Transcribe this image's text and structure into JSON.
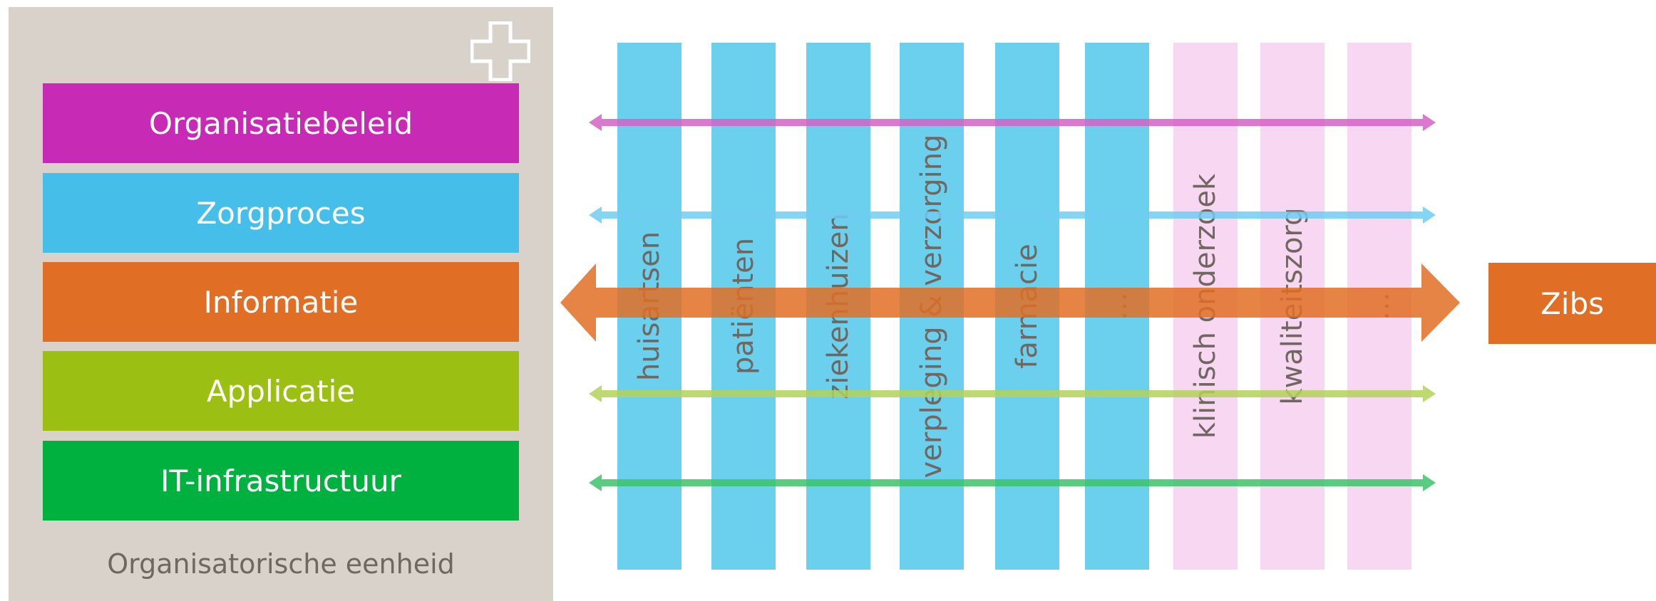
{
  "panel": {
    "layers": [
      {
        "label": "Organisatiebeleid",
        "color": "#c72ab4"
      },
      {
        "label": "Zorgproces",
        "color": "#45bfe9"
      },
      {
        "label": "Informatie",
        "color": "#e06e24"
      },
      {
        "label": "Applicatie",
        "color": "#9bbf12"
      },
      {
        "label": "IT-infrastructuur",
        "color": "#00b140"
      }
    ],
    "footer": "Organisatorische eenheid",
    "icon": "plus-cross-icon"
  },
  "columns": [
    {
      "label": "huisartsen",
      "kind": "blue"
    },
    {
      "label": "patiënten",
      "kind": "blue"
    },
    {
      "label": "ziekenhuizen",
      "kind": "blue"
    },
    {
      "label": "verpleging & verzorging",
      "kind": "blue"
    },
    {
      "label": "farmacie",
      "kind": "blue"
    },
    {
      "label": "…",
      "kind": "blue"
    },
    {
      "label": "klinisch onderzoek",
      "kind": "pink"
    },
    {
      "label": "kwaliteitszorg",
      "kind": "pink"
    },
    {
      "label": "…",
      "kind": "pink"
    }
  ],
  "arrow_colors": [
    "#d363c6",
    "#6fcdf2",
    "#e06e24",
    "#b3d35a",
    "#3ec46c"
  ],
  "zibs": {
    "label": "Zibs",
    "color": "#e06e24"
  }
}
